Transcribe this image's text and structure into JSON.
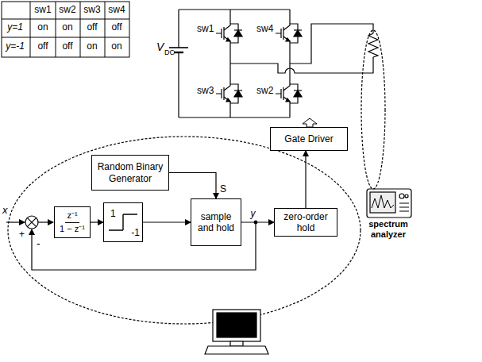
{
  "diagram": {
    "nodes": [
      {
        "text": [
          "Random Binary Generator"
        ]
      },
      {
        "text": [
          "z⁻¹",
          "1 − z⁻¹"
        ]
      },
      {
        "text": [
          "1",
          "-1"
        ]
      },
      {
        "text": [
          "sample and hold"
        ]
      },
      {
        "text": [
          "zero-order hold"
        ]
      },
      {
        "text": [
          "Gate Driver"
        ]
      },
      {
        "text": [
          "spectrum analyzer"
        ]
      }
    ],
    "edges": [
      {
        "from": 0,
        "to": 3,
        "label": "S",
        "arrow": "to"
      },
      {
        "from": 1,
        "to": 2,
        "arrow": "to"
      },
      {
        "from": 2,
        "to": 3,
        "arrow": "to"
      },
      {
        "from": 3,
        "to": 4,
        "label": "y",
        "arrow": "to"
      },
      {
        "from": 4,
        "to": 5,
        "arrow": "to"
      }
    ],
    "labels": [
      "sw1",
      "sw2",
      "sw3",
      "sw4",
      "y=1",
      "on",
      "on",
      "off",
      "off",
      "y=-1",
      "off",
      "off",
      "on",
      "on",
      "V",
      "DC",
      "sw1",
      "sw4",
      "sw3",
      "sw2",
      "x",
      "+",
      "-"
    ]
  }
}
